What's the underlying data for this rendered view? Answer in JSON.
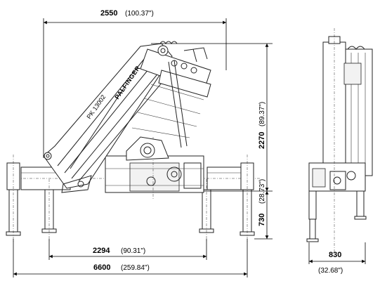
{
  "brand_label": "PALFINGER",
  "model_label": "PK 13002",
  "dimensions": {
    "overall_height_front": {
      "mm": "2550",
      "inch": "(100.37\")"
    },
    "boom_height": {
      "mm": "2270",
      "inch": "(89.37\")"
    },
    "below_base": {
      "mm": "730",
      "inch": "(28.73\")"
    },
    "stabilizer_spread": {
      "mm": "2294",
      "inch": "(90.31\")"
    },
    "outrigger_span": {
      "mm": "6600",
      "inch": "(259.84\")"
    },
    "side_width": {
      "mm": "830",
      "inch": "(32.68\")"
    }
  },
  "colors": {
    "line": "#222222",
    "background": "#ffffff"
  }
}
